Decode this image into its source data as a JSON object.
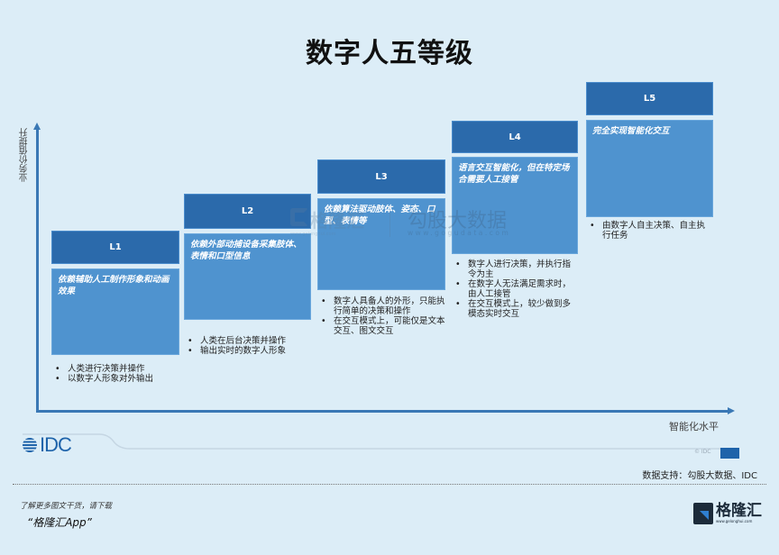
{
  "title": "数字人五等级",
  "axes": {
    "y_label": "业务价值提升",
    "x_label": "智能化水平"
  },
  "levels": [
    {
      "name": "L1",
      "description": "依赖辅助人工制作形象和动画效果",
      "bullets": [
        "人类进行决策并操作",
        "以数字人形象对外输出"
      ]
    },
    {
      "name": "L2",
      "description": "依赖外部动捕设备采集肢体、表情和口型信息",
      "bullets": [
        "人类在后台决策并操作",
        "输出实时的数字人形象"
      ]
    },
    {
      "name": "L3",
      "description": "依赖算法驱动肢体、姿态、口型、表情等",
      "bullets": [
        "数字人具备人的外形，只能执行简单的决策和操作",
        "在交互模式上，可能仅是文本交互、图文交互"
      ]
    },
    {
      "name": "L4",
      "description": "语言交互智能化，但在特定场合需要人工接管",
      "bullets": [
        "数字人进行决策，并执行指令为主",
        "在数字人无法满足需求时，由人工接管",
        "在交互模式上，较少做到多模态实时交互"
      ]
    },
    {
      "name": "L5",
      "description": "完全实现智能化交互",
      "bullets": [
        "由数字人自主决策、自主执行任务"
      ]
    }
  ],
  "watermark": {
    "brand_cn": "格隆汇",
    "brand_url": "www.gelonghui.com",
    "data_cn": "勾股大数据",
    "data_url": "www.gogudata.com"
  },
  "footer": {
    "idc_logo": "IDC",
    "idc_copyright": "© IDC",
    "source": "数据支持：勾股大数据、IDC",
    "promo_line1": "了解更多图文干货，请下载",
    "promo_line2": "“格隆汇App”",
    "brand_logo_cn": "格隆汇",
    "brand_logo_url": "www.gelonghui.com"
  },
  "colors": {
    "background": "#dcedf7",
    "level_header": "#2b6aab",
    "level_body": "#4f93cf",
    "axis": "#3a78b5",
    "idc_blue": "#1e63aa"
  }
}
